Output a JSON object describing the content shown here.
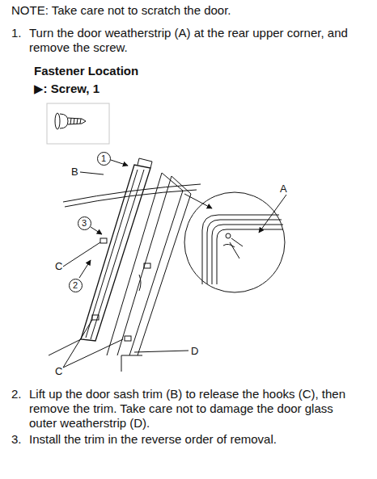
{
  "diagram": {
    "nodes": [
      {
        "text": [
          "1"
        ]
      },
      {
        "text": [
          "3"
        ]
      },
      {
        "text": [
          "2"
        ]
      }
    ],
    "labels": [
      "NOTE: Take care not to scratch the door.",
      "1.",
      "Turn the door weatherstrip (A) at the rear upper corner, and remove the screw.",
      "Fastener Location",
      "▶: Screw, 1",
      "B",
      "A",
      "C",
      "C",
      "D",
      "2.",
      "Lift up the door sash trim (B) to release the hooks (C), then remove the trim. Take care not to damage the door glass outer weatherstrip (D).",
      "3.",
      "Install the trim in the reverse order of removal."
    ]
  }
}
